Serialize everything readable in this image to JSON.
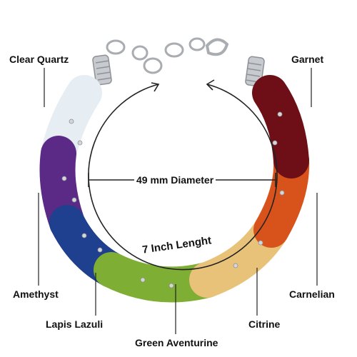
{
  "labels": {
    "clear_quartz": "Clear Quartz",
    "garnet": "Garnet",
    "amethyst": "Amethyst",
    "carnelian": "Carnelian",
    "lapis_lazuli": "Lapis Lazuli",
    "citrine": "Citrine",
    "green_aventurine": "Green Aventurine"
  },
  "dimensions": {
    "diameter": "49 mm Diameter",
    "length": "7 Inch Lenght"
  },
  "stone_colors": {
    "clear_quartz": "#e6edf3",
    "amethyst": "#5b2a86",
    "lapis_lazuli": "#1f3f8f",
    "green_aventurine": "#7fae35",
    "citrine": "#e9c27a",
    "carnelian": "#d8531c",
    "garnet": "#6e0f17",
    "silver": "#b9bcc0"
  }
}
